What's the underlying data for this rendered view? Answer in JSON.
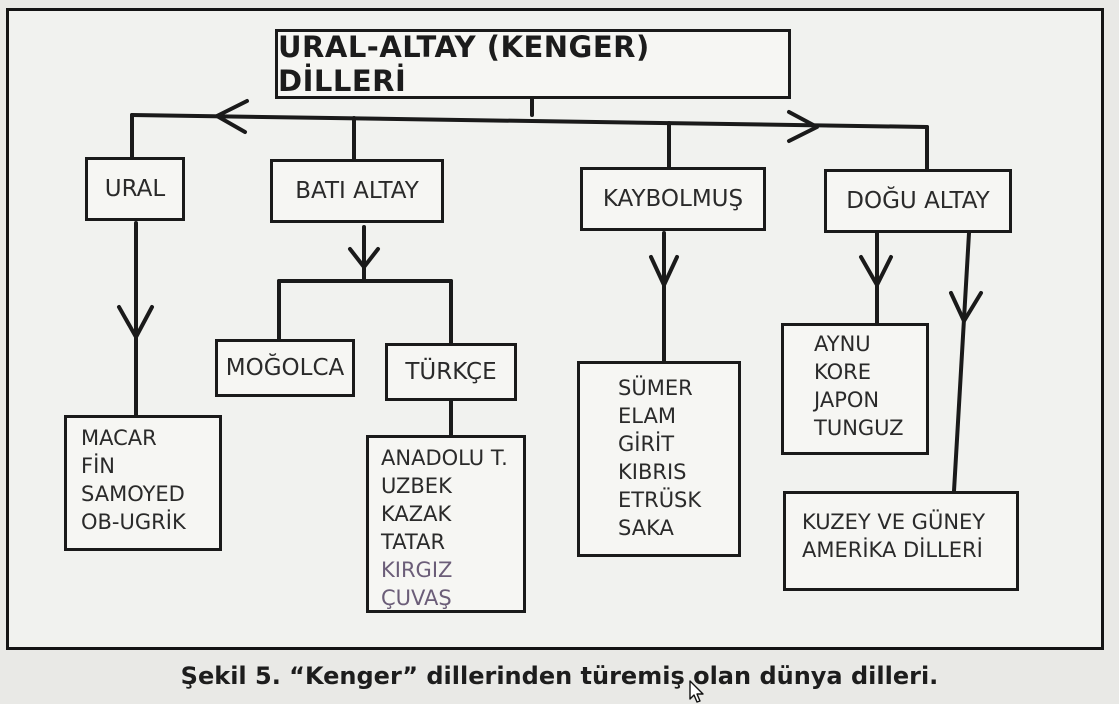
{
  "title": "URAL-ALTAY (KENGER) DİLLERİ",
  "branches": [
    {
      "label": "URAL",
      "children": [
        {
          "items": [
            "MACAR",
            "FİN",
            "SAMOYED",
            "OB-UGRİK"
          ]
        }
      ]
    },
    {
      "label": "BATI ALTAY",
      "children": [
        {
          "label": "MOĞOLCA"
        },
        {
          "label": "TÜRKÇE",
          "children": [
            {
              "items": [
                "ANADOLU T.",
                "UZBEK",
                "KAZAK",
                "TATAR",
                "KIRGIZ",
                "ÇUVAŞ"
              ]
            }
          ]
        }
      ]
    },
    {
      "label": "KAYBOLMUŞ",
      "children": [
        {
          "items": [
            "SÜMER",
            "ELAM",
            "GİRİT",
            "KIBRIS",
            "ETRÜSK",
            "SAKA"
          ]
        }
      ]
    },
    {
      "label": "DOĞU ALTAY",
      "children": [
        {
          "items": [
            "AYNU",
            "KORE",
            "JAPON",
            "TUNGUZ"
          ]
        },
        {
          "items": [
            "KUZEY VE GÜNEY",
            "AMERİKA DİLLERİ"
          ]
        }
      ]
    }
  ],
  "caption": "Şekil 5. “Kenger” dillerinden türemiş olan dünya dilleri.",
  "colors": {
    "line": "#1a1a1a",
    "background": "#f1f2ef",
    "text": "#2a2a2a"
  }
}
